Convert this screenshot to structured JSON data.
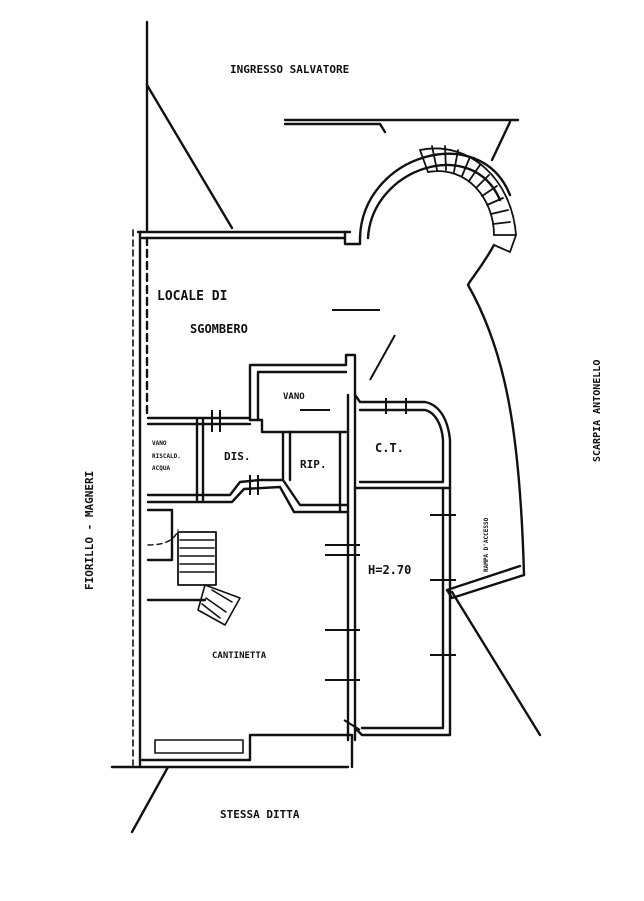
{
  "neighbors": {
    "top": "INGRESSO SALVATORE",
    "bottom": "STESSA DITTA",
    "left": "FIORILLO - MAGNERI",
    "right": "SCARPIA ANTONELLO"
  },
  "rooms": {
    "locale_line1": "LOCALE DI",
    "locale_line2": "SGOMBERO",
    "vano": "VANO",
    "vano_small_line1": "VANO",
    "vano_small_line2": "RISCALD.",
    "vano_small_line3": "ACQUA",
    "dis": "DIS.",
    "rip": "RIP.",
    "ct": "C.T.",
    "cantinetta": "CANTINETTA",
    "height": "H=2.70",
    "rampa": "RAMPA D'ACCESSO"
  }
}
